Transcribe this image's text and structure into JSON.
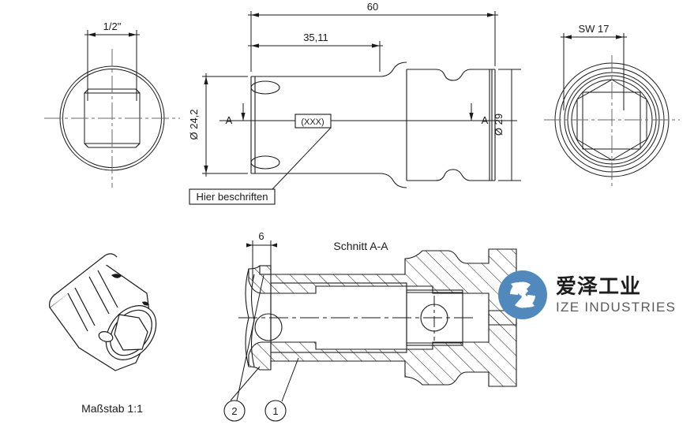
{
  "sheet": {
    "background_color": "#ffffff",
    "line_color": "#1a1a1a"
  },
  "views": {
    "front_view": {
      "name": "front-square-drive-view",
      "dimension_label": "1/2\"",
      "description": "square drive end view"
    },
    "main_view": {
      "name": "main-side-view",
      "dimensions": {
        "overall_length": "60",
        "partial_length": "35,11",
        "diameter_left": "Ø 24,2",
        "diameter_right": "Ø 29"
      },
      "section_marks": {
        "left": "A",
        "right": "A"
      },
      "stamp_box": "(XXX)",
      "callout_label": "Hier  beschriften"
    },
    "rear_view": {
      "name": "rear-hex-view",
      "dimension_label": "SW 17",
      "description": "hex socket end view"
    },
    "section_view": {
      "name": "section-a-a-view",
      "title": "Schnitt  A-A",
      "dimension_label": "6",
      "balloons": [
        "2",
        "1"
      ]
    },
    "iso_view": {
      "name": "isometric-view",
      "scale_label": "Maßstab  1:1"
    }
  },
  "logo": {
    "mark_color": "#5189bd",
    "mark_icon": "ize-swirl-icon",
    "chinese_name": "爱泽工业",
    "english_name": "IZE INDUSTRIES",
    "english_color": "#5a5a5a"
  }
}
